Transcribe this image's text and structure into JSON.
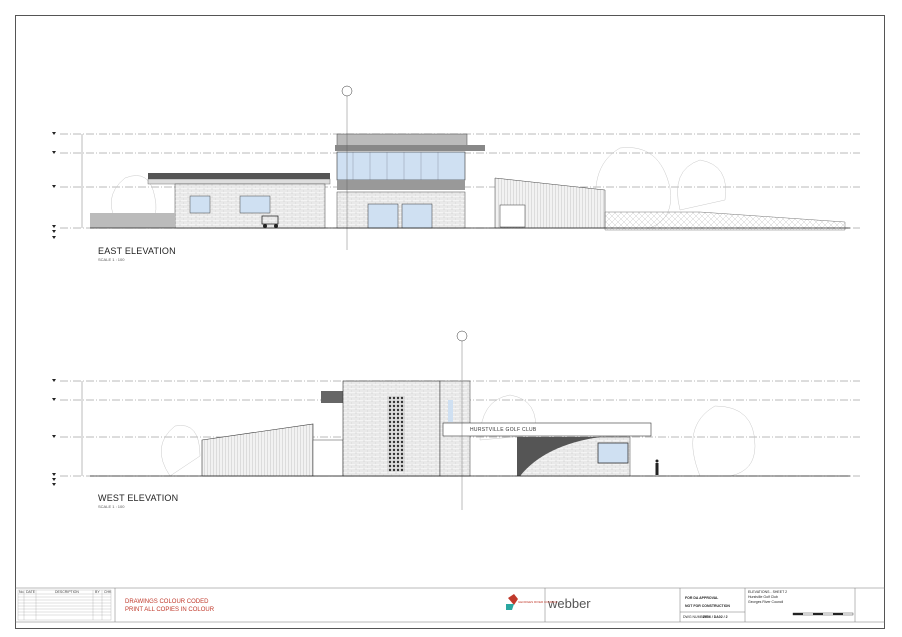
{
  "east_elevation": {
    "title": "EAST ELEVATION",
    "scale": "SCALE 1 : 100"
  },
  "west_elevation": {
    "title": "WEST ELEVATION",
    "scale": "SCALE 1 : 100",
    "signage": "HURSTVILLE GOLF CLUB"
  },
  "notes": {
    "line1": "DRAWINGS COLOUR CODED",
    "line2": "PRINT ALL COPIES IN COLOUR"
  },
  "revision_table": {
    "headers": [
      "No.",
      "DATE",
      "DESCRIPTION",
      "BY",
      "CHK"
    ],
    "row_count": 8
  },
  "title_block": {
    "client_logo": "GEORGES RIVER COUNCIL",
    "architect": "webber",
    "status": [
      "FOR DA APPROVAL",
      "NOT FOR CONSTRUCTION"
    ],
    "sheet_title": "ELEVATIONS - SHEET 2",
    "project": "Hurstville Golf Club",
    "client": "Georges River Council",
    "drawing_number_label": "DWG NUMBER:",
    "drawing_number": "2056 / DA02 / 2"
  },
  "colors": {
    "glass": "#cfe0f2",
    "red": "#c0392b",
    "teal": "#2aa7a1"
  }
}
